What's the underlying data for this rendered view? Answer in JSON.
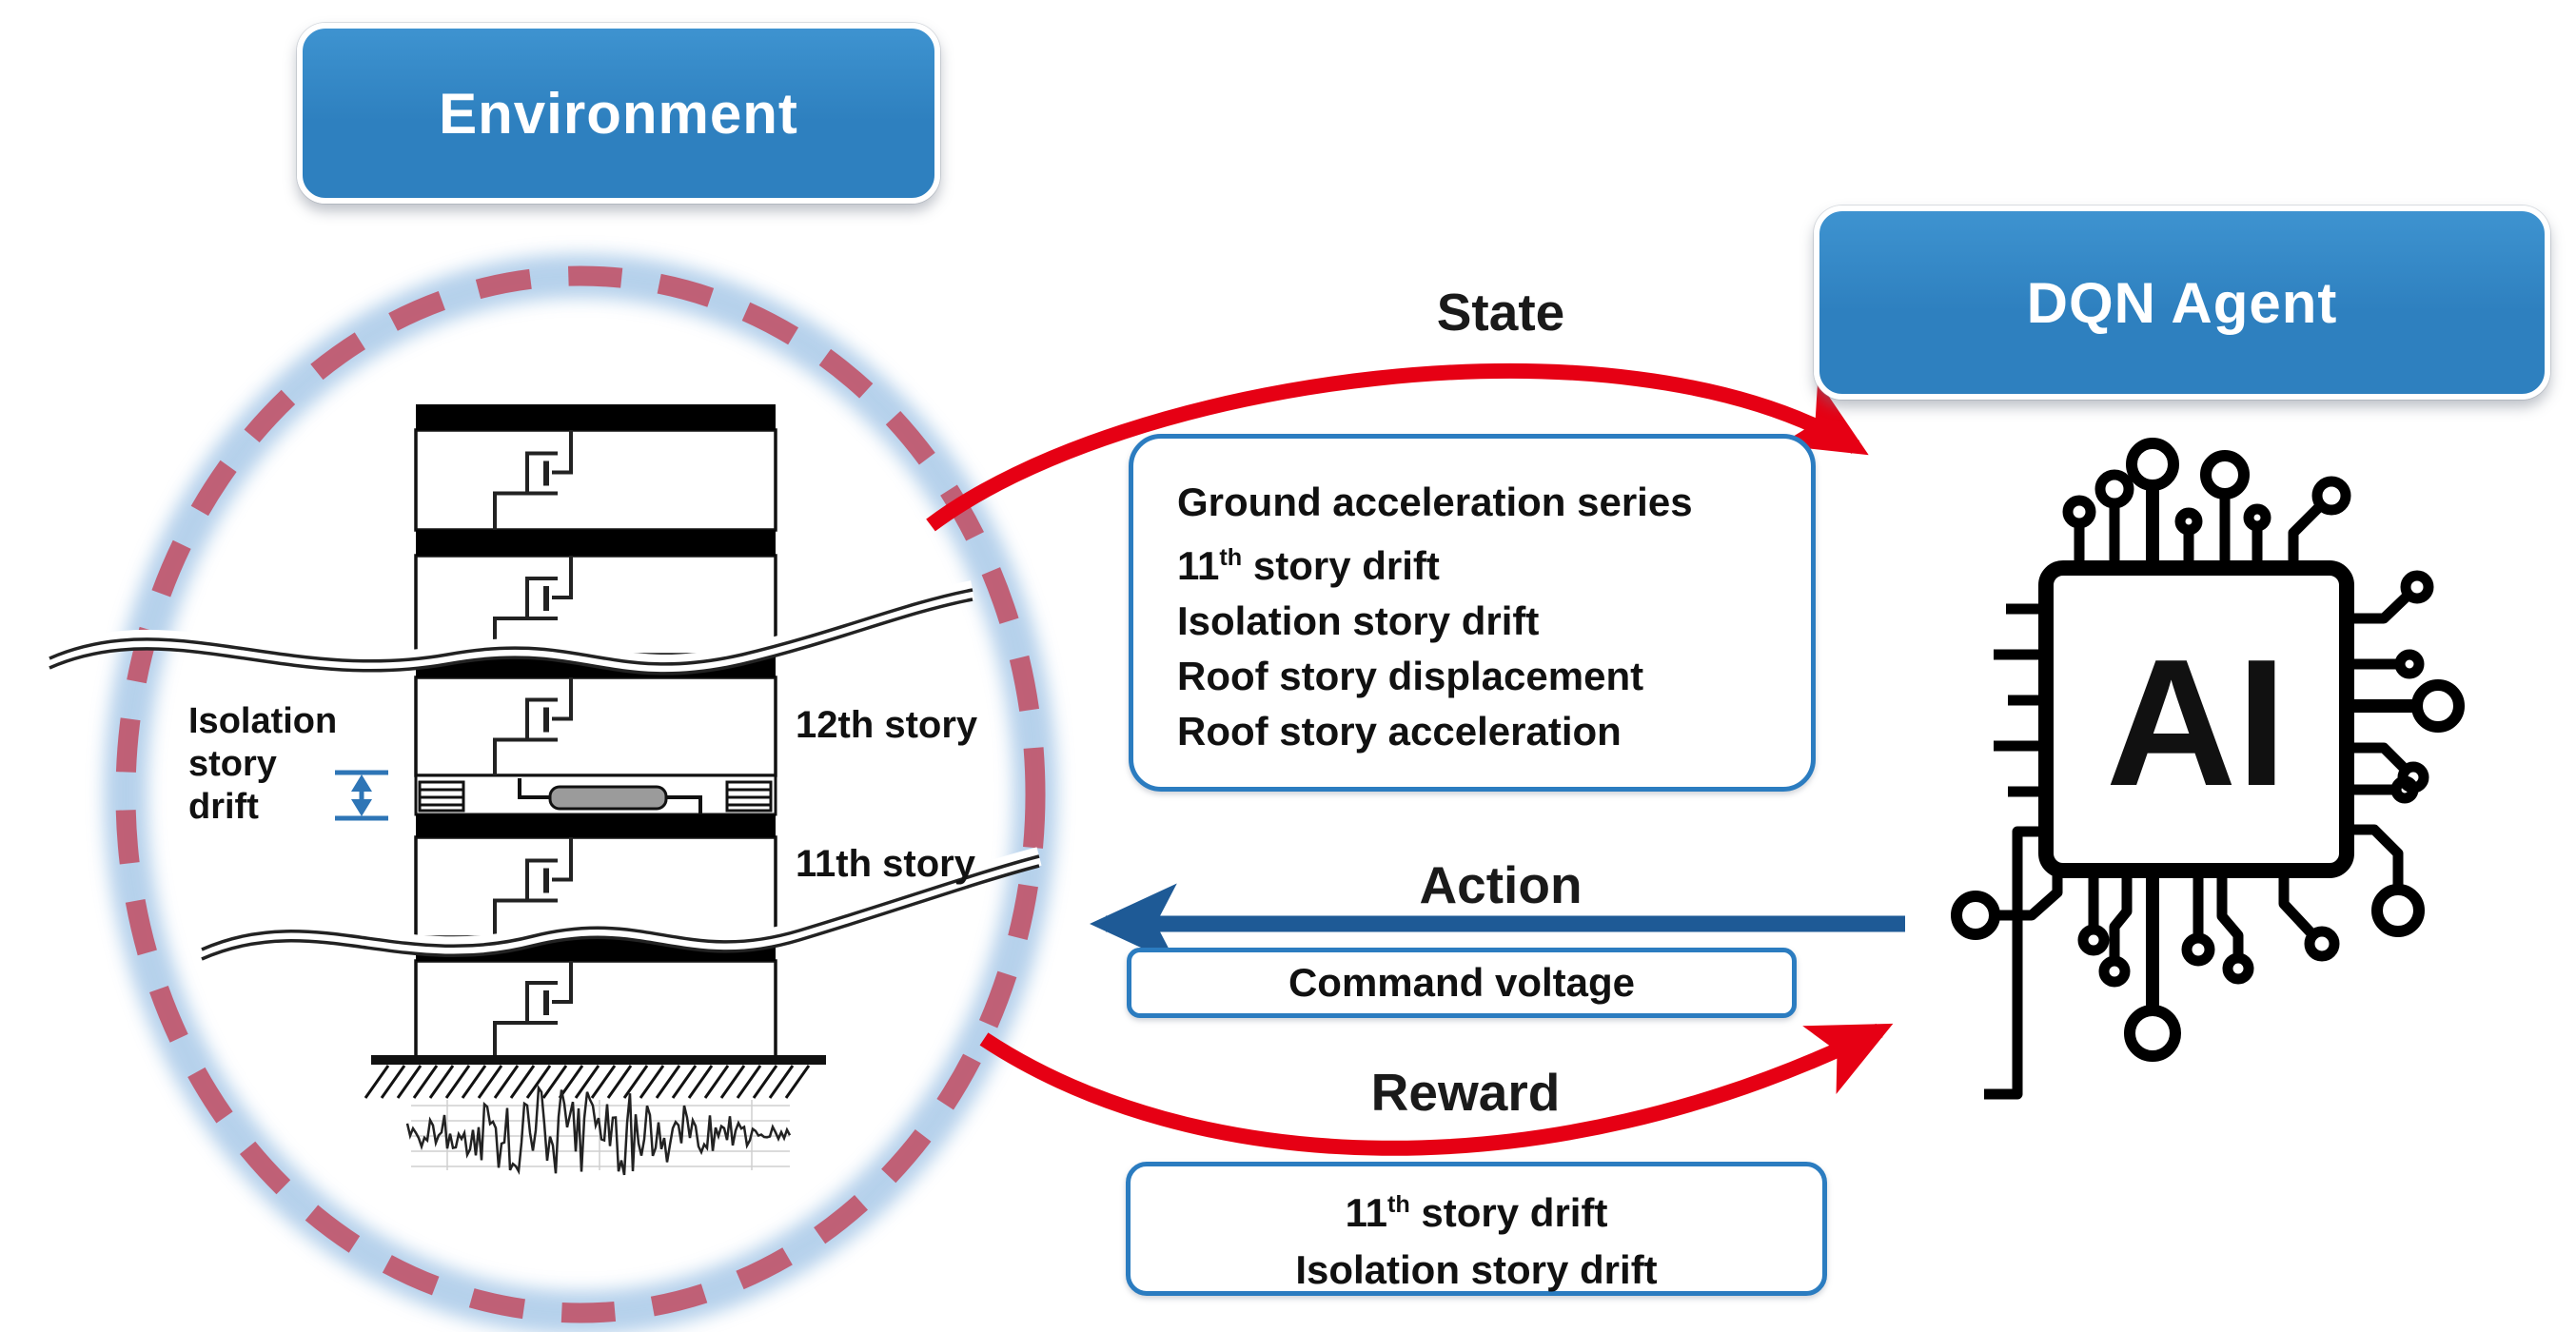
{
  "colors": {
    "accent_blue": "#2E80BF",
    "accent_blue_light": "#3E93D0",
    "box_border_blue": "#2B7CC0",
    "arrow_red": "#E60014",
    "action_blue": "#1E5A96",
    "dash_rose": "#C05A70",
    "glow_blue": "#A9C9E8",
    "dim_blue": "#2E75B6",
    "damper_gray": "#9B9B9B",
    "ink": "#111111"
  },
  "environment": {
    "label": "Environment",
    "isolation_drift_label": "Isolation\nstory\ndrift",
    "story_labels": [
      "12th story",
      "11th story"
    ]
  },
  "agent": {
    "label": "DQN Agent",
    "chip_text": "AI"
  },
  "loop": {
    "state": {
      "title": "State",
      "items": [
        "Ground acceleration series",
        {
          "base": "11",
          "sup": "th",
          "rest": " story drift"
        },
        "Isolation story drift",
        "Roof story displacement",
        "Roof story acceleration"
      ]
    },
    "action": {
      "title": "Action",
      "command": "Command voltage"
    },
    "reward": {
      "title": "Reward",
      "items": [
        {
          "base": "11",
          "sup": "th",
          "rest": " story drift"
        },
        "Isolation story drift"
      ]
    }
  }
}
